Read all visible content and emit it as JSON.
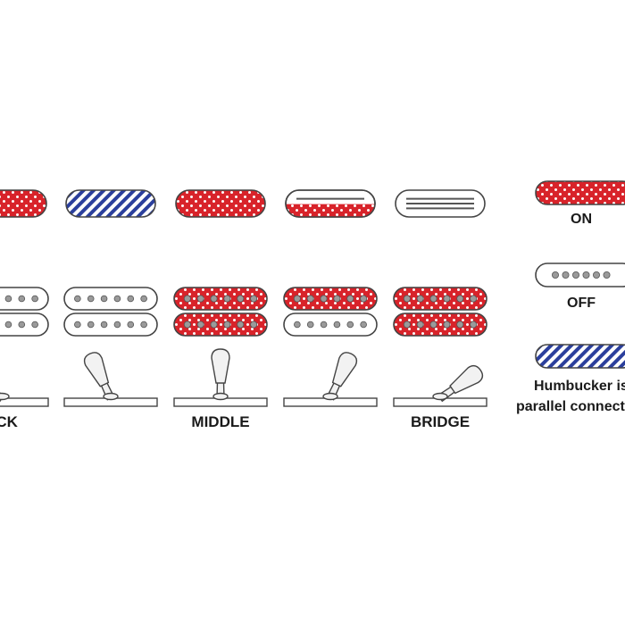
{
  "positions": [
    {
      "label": "ECK",
      "single": "on",
      "humbucker": [
        "off",
        "off"
      ],
      "angle": -58
    },
    {
      "label": "",
      "single": "parallel",
      "humbucker": [
        "off",
        "off"
      ],
      "angle": -25
    },
    {
      "label": "MIDDLE",
      "single": "on",
      "humbucker": [
        "on",
        "on"
      ],
      "angle": 0
    },
    {
      "label": "",
      "single": "half",
      "humbucker": [
        "on",
        "off"
      ],
      "angle": 25
    },
    {
      "label": "BRIDGE",
      "single": "blade",
      "humbucker": [
        "on",
        "on"
      ],
      "angle": 55
    }
  ],
  "legend": {
    "on_label": "ON",
    "off_label": "OFF",
    "parallel_line1": "Humbucker is",
    "parallel_line2": "parallel connect"
  },
  "colors": {
    "on": "#d8232a",
    "parallel": "#2b3f9c",
    "off": "#ffffff",
    "outline": "#444444",
    "text": "#1a1a1a"
  }
}
